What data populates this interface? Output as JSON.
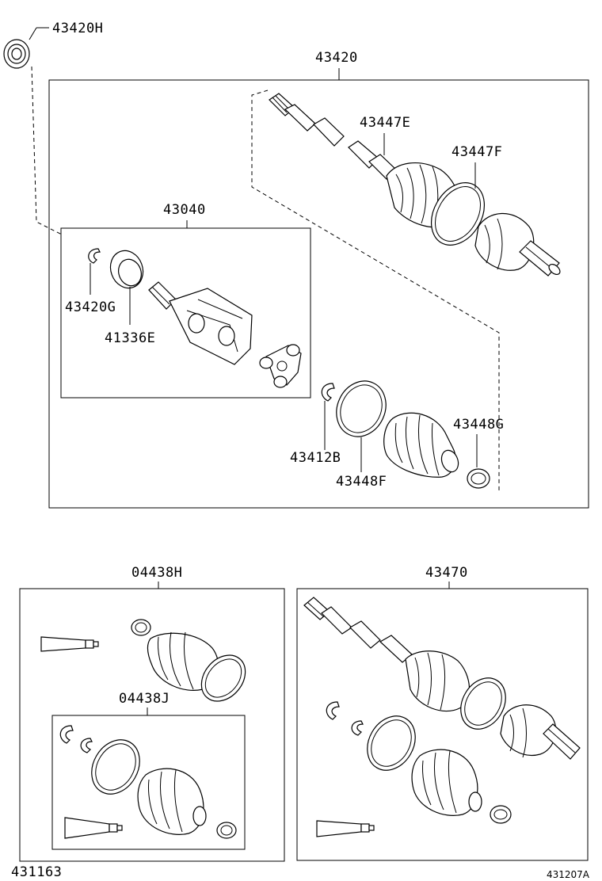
{
  "labels": {
    "p43420H": "43420H",
    "p43420": "43420",
    "p43447E": "43447E",
    "p43447F": "43447F",
    "p43040": "43040",
    "p43420G": "43420G",
    "p41336E": "41336E",
    "p43448G": "43448G",
    "p43412B": "43412B",
    "p43448F": "43448F",
    "p04438H": "04438H",
    "p43470": "43470",
    "p04438J": "04438J"
  },
  "footer": {
    "left_code": "431163",
    "right_code": "431207A"
  }
}
